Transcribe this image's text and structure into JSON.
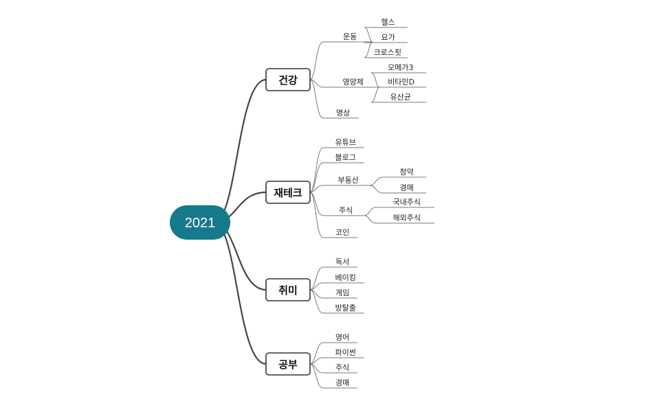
{
  "mindmap": {
    "root": "2021",
    "branches": [
      {
        "label": "건강",
        "children": [
          {
            "label": "운동",
            "children": [
              "헬스",
              "요가",
              "크로스핏"
            ]
          },
          {
            "label": "영양제",
            "children": [
              "오메가3",
              "비타민D",
              "유산균"
            ]
          },
          {
            "label": "명상",
            "children": []
          }
        ]
      },
      {
        "label": "재테크",
        "children": [
          {
            "label": "유튜브",
            "children": []
          },
          {
            "label": "블로그",
            "children": []
          },
          {
            "label": "부동산",
            "children": [
              "청약",
              "경매"
            ]
          },
          {
            "label": "주식",
            "children": [
              "국내주식",
              "해외주식"
            ]
          },
          {
            "label": "코인",
            "children": []
          }
        ]
      },
      {
        "label": "취미",
        "children": [
          {
            "label": "독서",
            "children": []
          },
          {
            "label": "베이킹",
            "children": []
          },
          {
            "label": "게임",
            "children": []
          },
          {
            "label": "방탈출",
            "children": []
          }
        ]
      },
      {
        "label": "공부",
        "children": [
          {
            "label": "영어",
            "children": []
          },
          {
            "label": "파이썬",
            "children": []
          },
          {
            "label": "주식",
            "children": []
          },
          {
            "label": "경매",
            "children": []
          }
        ]
      }
    ]
  },
  "colors": {
    "root_fill": "#157a8c",
    "main_line": "#444444",
    "sub_line": "#777777",
    "box_border": "#333333"
  }
}
